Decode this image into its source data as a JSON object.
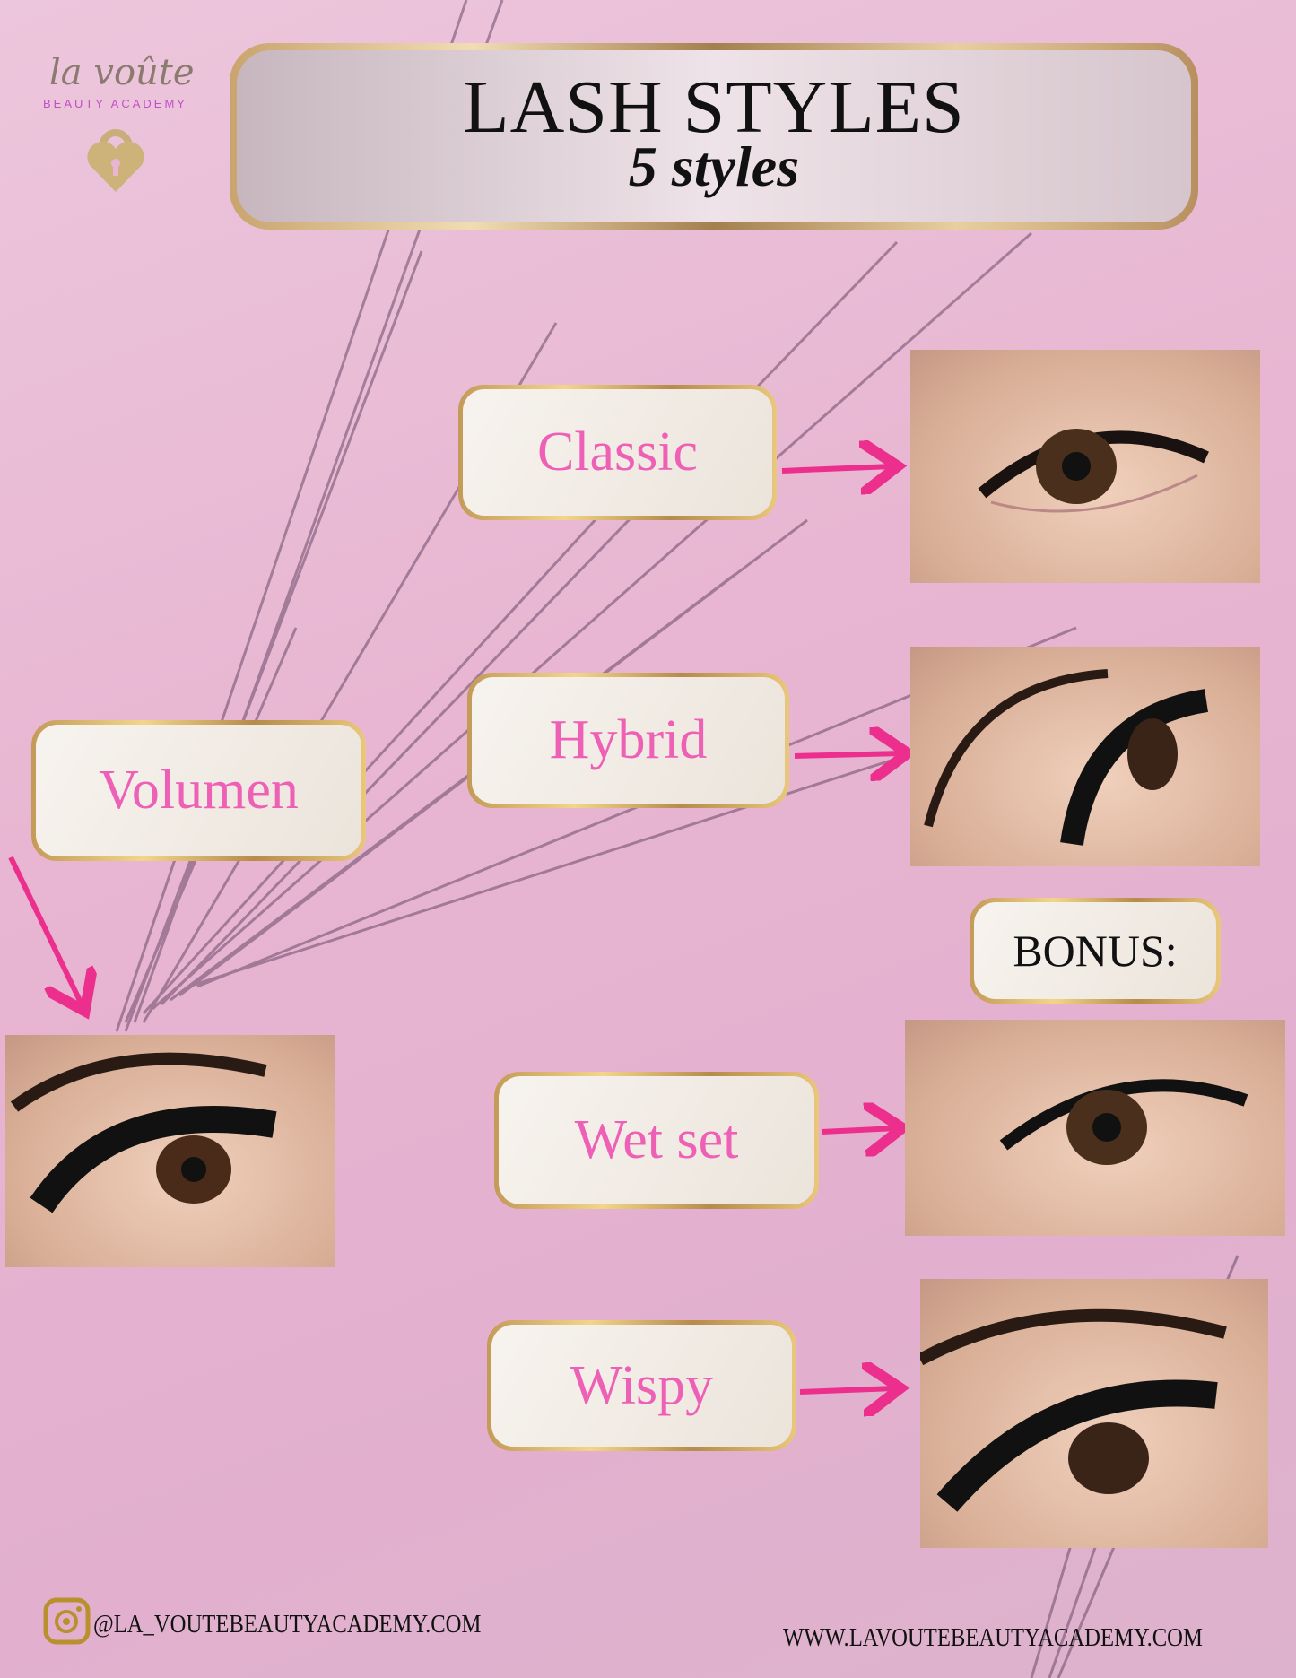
{
  "logo": {
    "script": "la voûte",
    "subtitle": "BEAUTY ACADEMY",
    "icon": "heart-padlock-icon"
  },
  "header": {
    "title": "LASH STYLES",
    "subtitle": "5 styles"
  },
  "styles": [
    {
      "label": "Classic"
    },
    {
      "label": "Hybrid"
    },
    {
      "label": "Volumen"
    },
    {
      "label": "Wet set"
    },
    {
      "label": "Wispy"
    }
  ],
  "bonus_label": "BONUS:",
  "footer": {
    "instagram": "@LA_VOUTEBEAUTYACADEMY.COM",
    "website": "WWW.LAVOUTEBEAUTYACADEMY.COM",
    "instagram_icon": "instagram-icon"
  },
  "colors": {
    "accent": "#ec2f8c",
    "label": "#ee5fb6",
    "gold": "#c49a58",
    "background": "#e8b6d2"
  }
}
